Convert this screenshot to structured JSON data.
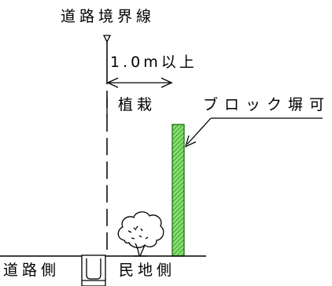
{
  "labels": {
    "boundary": "道路境界線",
    "dimension": "1.0m以上",
    "planting": "植栽",
    "block_wall": "ブロック塀可",
    "road_side": "道路側",
    "private_side": "民地側"
  },
  "colors": {
    "line": "#000000",
    "wall_fill": "#88e070",
    "wall_hatch": "#2a8a1a",
    "background": "#ffffff"
  },
  "icons": {
    "boundary_marker": "down-triangle-icon",
    "gutter": "road-gutter-icon",
    "shrub": "shrub-icon",
    "arrow": "leader-arrow-icon"
  }
}
